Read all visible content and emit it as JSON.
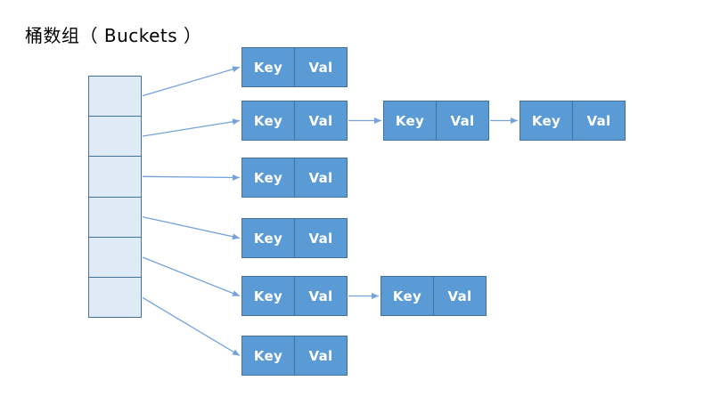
{
  "title": "桶数组（ Buckets ）",
  "bucket_array": {
    "cell_count": 6
  },
  "chains": [
    {
      "bucket_index": 0,
      "nodes": [
        {
          "key": "Key",
          "val": "Val"
        }
      ]
    },
    {
      "bucket_index": 1,
      "nodes": [
        {
          "key": "Key",
          "val": "Val"
        },
        {
          "key": "Key",
          "val": "Val"
        },
        {
          "key": "Key",
          "val": "Val"
        }
      ]
    },
    {
      "bucket_index": 2,
      "nodes": [
        {
          "key": "Key",
          "val": "Val"
        }
      ]
    },
    {
      "bucket_index": 3,
      "nodes": [
        {
          "key": "Key",
          "val": "Val"
        }
      ]
    },
    {
      "bucket_index": 4,
      "nodes": [
        {
          "key": "Key",
          "val": "Val"
        },
        {
          "key": "Key",
          "val": "Val"
        }
      ]
    },
    {
      "bucket_index": 5,
      "nodes": [
        {
          "key": "Key",
          "val": "Val"
        }
      ]
    }
  ],
  "colors": {
    "background": "#FFFFFF",
    "title_text": "#000000",
    "bucket_fill": "#DEEBF7",
    "bucket_border": "#41719C",
    "node_fill": "#5B9BD5",
    "node_border": "#41719C",
    "node_text": "#FFFFFF",
    "arrow": "#74A2D9"
  }
}
